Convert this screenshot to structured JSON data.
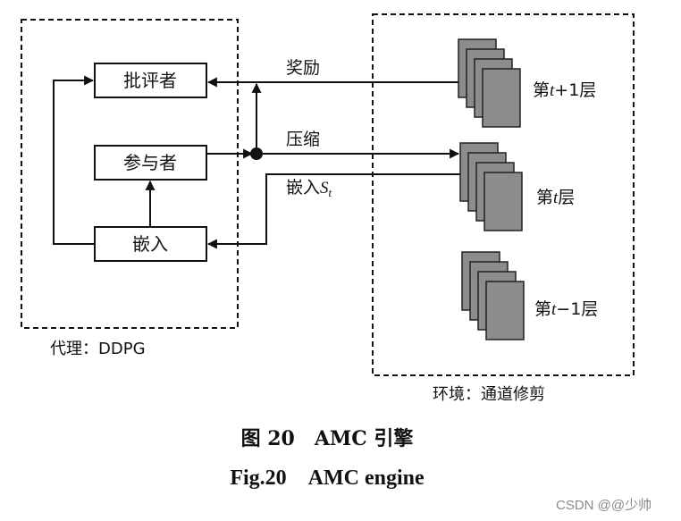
{
  "agent": {
    "region_label": "代理：DDPG",
    "critic_label": "批评者",
    "actor_label": "参与者",
    "embed_label": "嵌入"
  },
  "environment": {
    "region_label": "环境：通道修剪",
    "layers": [
      {
        "pre": "第",
        "var": "t",
        "post": "+1层"
      },
      {
        "pre": "第",
        "var": "t",
        "post": "层"
      },
      {
        "pre": "第",
        "var": "t",
        "post": "−1层"
      }
    ]
  },
  "edges": {
    "reward_label": "奖励",
    "compress_label": "压缩",
    "embed_state_label": "嵌入",
    "embed_state_var": "S",
    "embed_state_sub": "t"
  },
  "caption": {
    "cn": "图 20　AMC 引擎",
    "en": "Fig.20　AMC engine"
  },
  "watermark": "CSDN @@少帅",
  "colors": {
    "line": "#111111",
    "card_fill": "#8c8c8c",
    "card_stroke": "#222222"
  }
}
